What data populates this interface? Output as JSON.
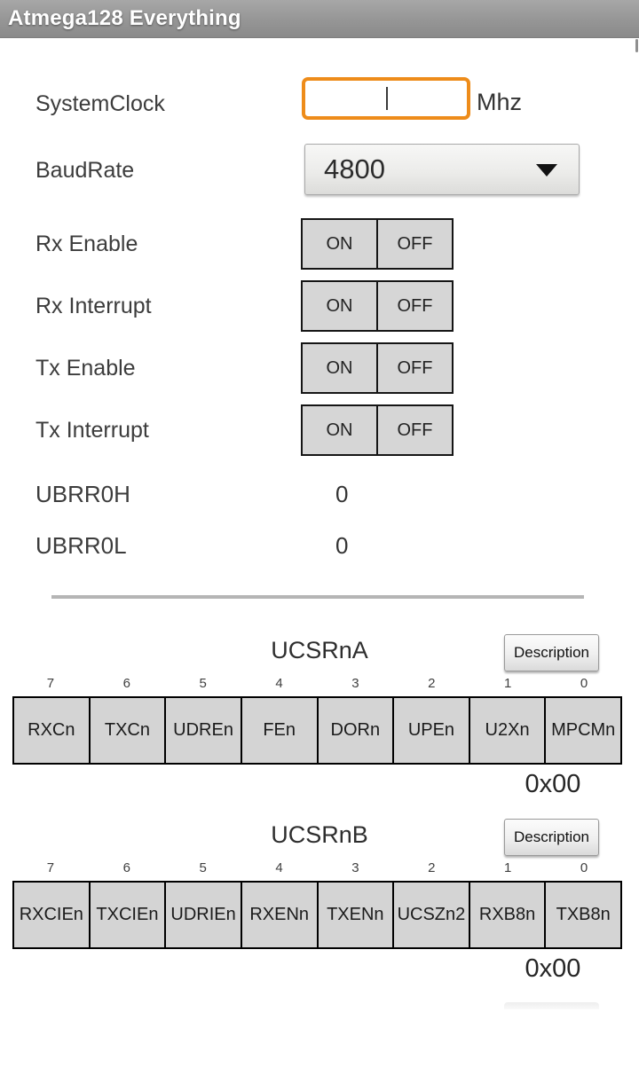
{
  "title_bar": {
    "title": "Atmega128 Everything"
  },
  "system_clock": {
    "label": "SystemClock",
    "value": "",
    "unit": "Mhz"
  },
  "baud_rate": {
    "label": "BaudRate",
    "selected": "4800"
  },
  "toggles": [
    {
      "label": "Rx Enable",
      "on": "ON",
      "off": "OFF"
    },
    {
      "label": "Rx Interrupt",
      "on": "ON",
      "off": "OFF"
    },
    {
      "label": "Tx Enable",
      "on": "ON",
      "off": "OFF"
    },
    {
      "label": "Tx Interrupt",
      "on": "ON",
      "off": "OFF"
    }
  ],
  "ubrr": [
    {
      "label": "UBRR0H",
      "value": "0"
    },
    {
      "label": "UBRR0L",
      "value": "0"
    }
  ],
  "registers": [
    {
      "name": "UCSRnA",
      "description_button": "Description",
      "bit_numbers": [
        "7",
        "6",
        "5",
        "4",
        "3",
        "2",
        "1",
        "0"
      ],
      "bits": [
        "RXCn",
        "TXCn",
        "UDREn",
        "FEn",
        "DORn",
        "UPEn",
        "U2Xn",
        "MPCMn"
      ],
      "value": "0x00"
    },
    {
      "name": "UCSRnB",
      "description_button": "Description",
      "bit_numbers": [
        "7",
        "6",
        "5",
        "4",
        "3",
        "2",
        "1",
        "0"
      ],
      "bits": [
        "RXCIEn",
        "TXCIEn",
        "UDRIEn",
        "RXENn",
        "TXENn",
        "UCSZn2",
        "RXB8n",
        "TXB8n"
      ],
      "value": "0x00"
    }
  ],
  "colors": {
    "accent_orange": "#EE8C1A",
    "titlebar_gray": "#979797",
    "cell_gray": "#D5D5D5"
  }
}
